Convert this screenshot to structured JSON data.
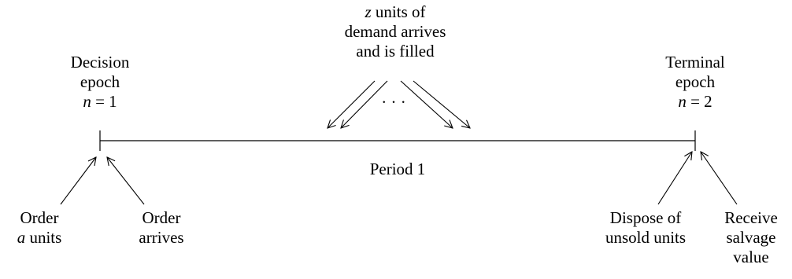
{
  "labels": {
    "demand": {
      "line1_var": "z",
      "line1_rest": " units of",
      "line2": "demand arrives",
      "line3": "and is filled"
    },
    "ellipsis": "· · ·",
    "decision": {
      "line1": "Decision",
      "line2": "epoch",
      "line3_var": "n",
      "line3_rest": " = 1"
    },
    "terminal": {
      "line1": "Terminal",
      "line2": "epoch",
      "line3_var": "n",
      "line3_rest": " = 2"
    },
    "period": "Period 1",
    "order_units": {
      "line1": "Order",
      "line2_var": "a",
      "line2_rest": " units"
    },
    "order_arrives": {
      "line1": "Order",
      "line2": "arrives"
    },
    "dispose": {
      "line1": "Dispose of",
      "line2": "unsold units"
    },
    "salvage": {
      "line1": "Receive",
      "line2": "salvage",
      "line3": "value"
    }
  },
  "colors": {
    "ink": "#000000",
    "background": "#ffffff"
  }
}
